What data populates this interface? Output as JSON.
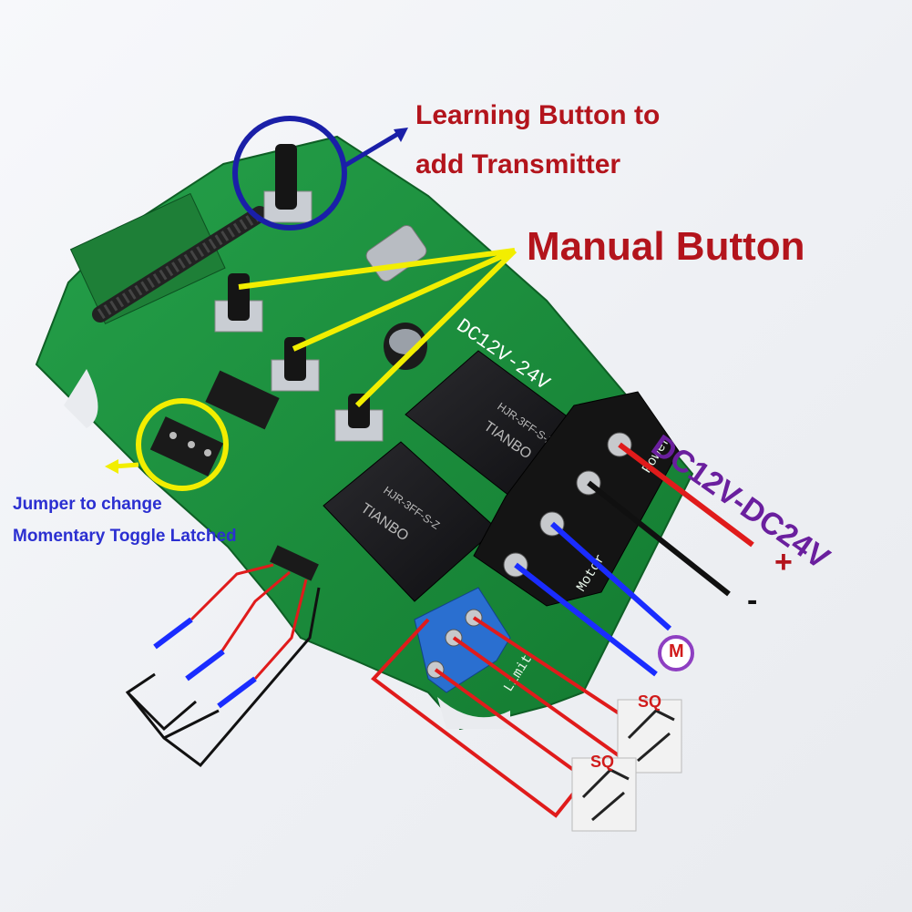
{
  "annotations": {
    "learning_line1": "Learning Button to",
    "learning_line2": "add Transmitter",
    "manual_button": "Manual Button",
    "jumper_line1": "Jumper to change",
    "jumper_line2": "Momentary Toggle Latched",
    "voltage": "DC12V-DC24V",
    "plus": "+",
    "minus": "-",
    "motor": "M",
    "limit_switch_1": "SQ",
    "limit_switch_2": "SQ"
  },
  "board": {
    "silkscreen_voltage": "DC12V-24V",
    "relay_1": {
      "brand": "TIANBO",
      "model": "HJR-3FF-S-Z"
    },
    "relay_2": {
      "brand": "TIANBO",
      "model": "HJR-3FF-S-Z"
    },
    "terminal_labels": [
      "Power",
      "Motor",
      "Limit"
    ]
  },
  "colors": {
    "pcb": "#1c8a3c",
    "annotation_red": "#b3141c",
    "annotation_blue": "#2b2fd1",
    "annotation_purple": "#6a1f9e",
    "pointer_yellow": "#f2ee00",
    "circle_blue": "#1a1fa8",
    "wire_red": "#e01b1b",
    "wire_blue": "#1a2cff",
    "wire_black": "#101010"
  }
}
